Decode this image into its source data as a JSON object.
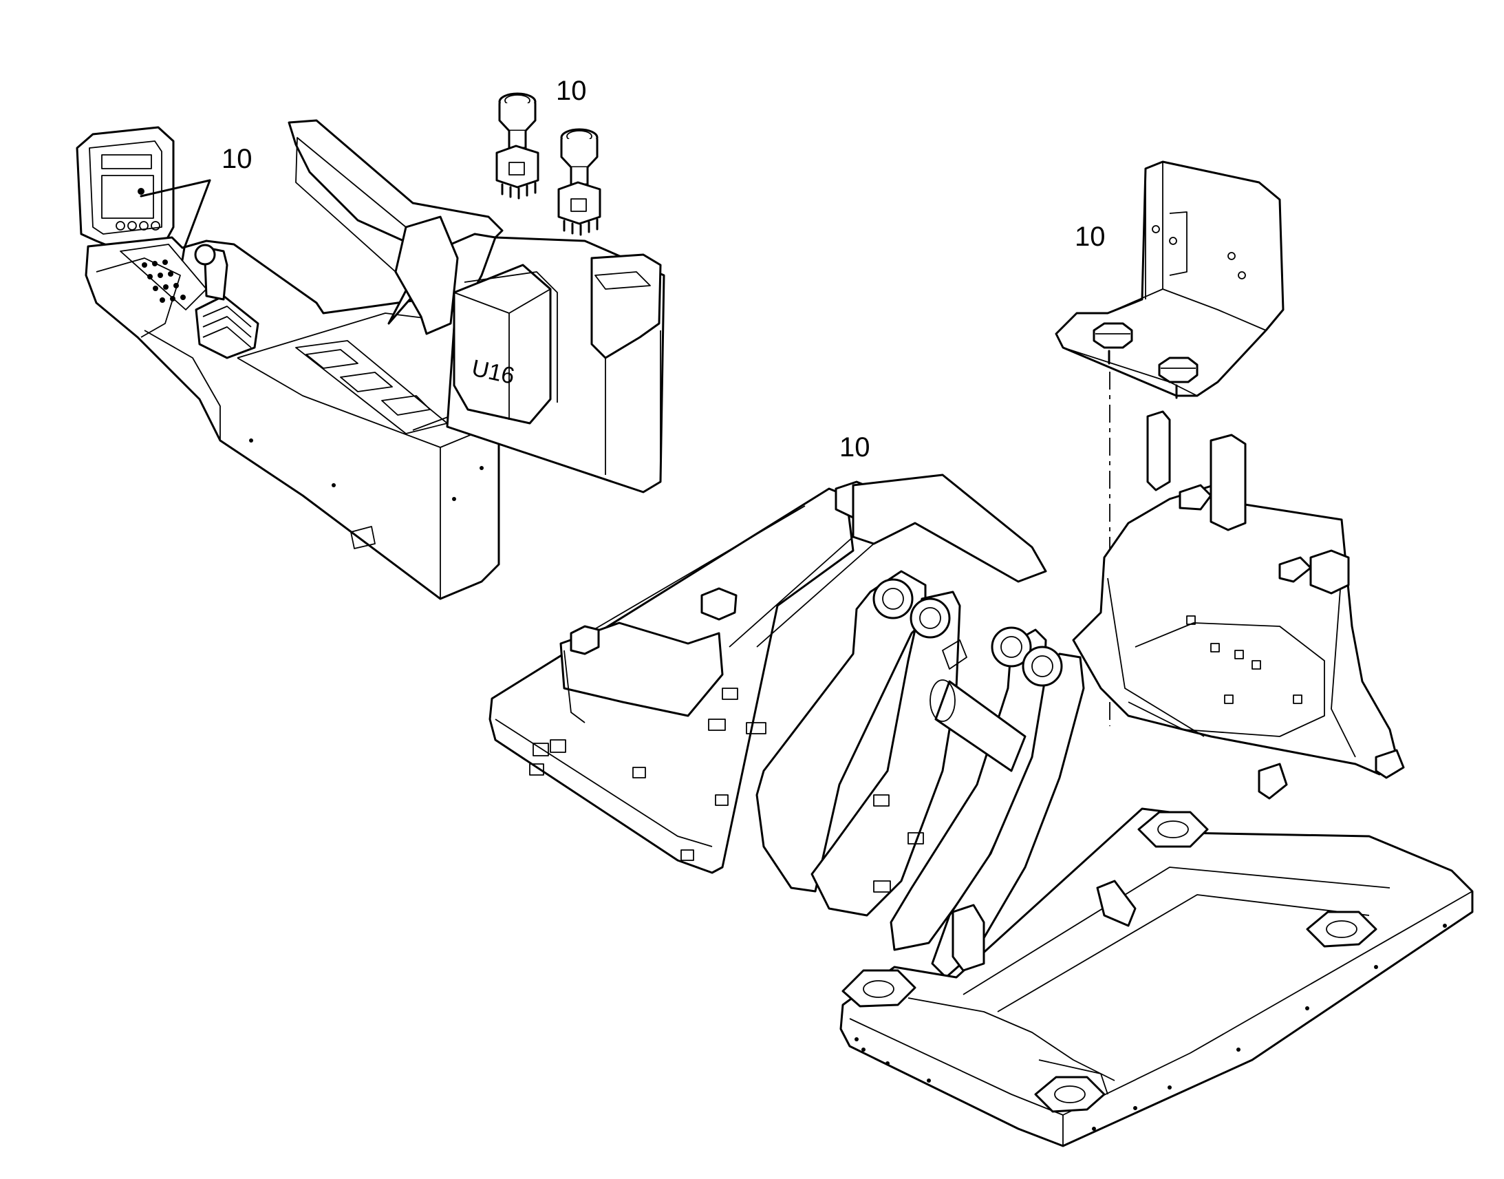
{
  "callouts": {
    "control_console": "10",
    "switches": "10",
    "mounting_bracket": "10",
    "upper_frame": "10"
  },
  "component_tags": {
    "control_unit": "U16"
  }
}
